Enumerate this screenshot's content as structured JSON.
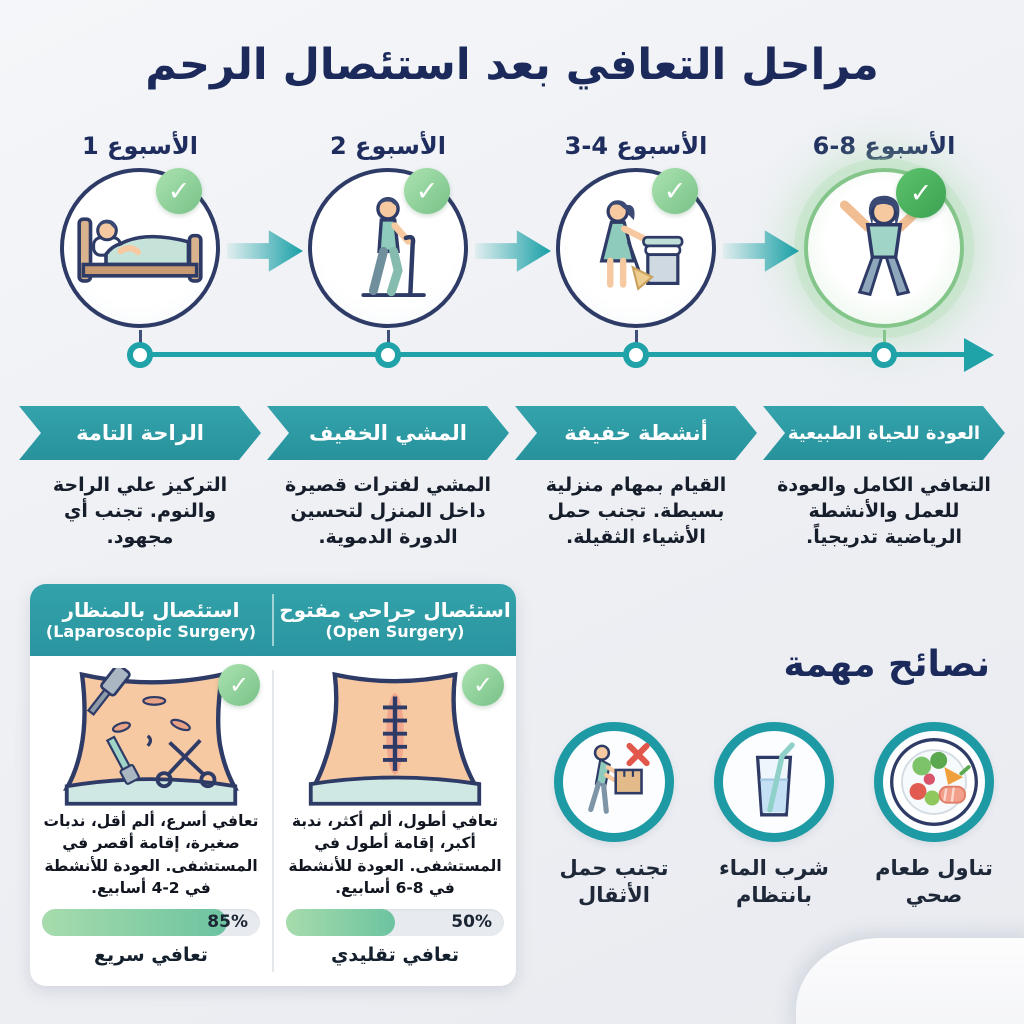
{
  "page": {
    "title": "مراحل التعافي بعد استئصال الرحم"
  },
  "timeline": {
    "stages": [
      {
        "week": "الأسبوع 1",
        "icon": "bed-rest-icon",
        "banner": "الراحة التامة",
        "description": "التركيز علي الراحة والنوم. تجنب أي مجهود."
      },
      {
        "week": "الأسبوع 2",
        "icon": "walking-cane-icon",
        "banner": "المشي الخفيف",
        "description": "المشي لفترات قصيرة داخل المنزل لتحسين الدورة الدموية."
      },
      {
        "week": "الأسبوع 4-3",
        "icon": "light-housework-icon",
        "banner": "أنشطة خفيفة",
        "description": "القيام بمهام منزلية بسيطة. تجنب حمل الأشياء الثقيلة."
      },
      {
        "week": "الأسبوع 8-6",
        "icon": "arms-raised-icon",
        "banner": "العودة للحياة الطبيعية",
        "description": "التعافي الكامل والعودة للعمل والأنشطة الرياضية تدريجياً."
      }
    ]
  },
  "comparison": {
    "columns": [
      {
        "title_ar": "استئصال بالمنظار",
        "title_en": "(Laparoscopic Surgery)",
        "icon": "laparoscopic-abdomen-icon",
        "description": "تعافي أسرع، ألم أقل، ندبات صغيرة، إقامة أقصر في المستشفى. العودة للأنشطة في 2-4 أسابيع.",
        "progress_percent": 85,
        "progress_label": "85%",
        "recovery_label": "تعافي سريع"
      },
      {
        "title_ar": "استئصال جراحي مفتوح",
        "title_en": "(Open Surgery)",
        "icon": "open-surgery-abdomen-icon",
        "description": "تعافي أطول، ألم أكثر، ندبة أكبر، إقامة أطول في المستشفى. العودة للأنشطة في 8-6 أسابيع.",
        "progress_percent": 50,
        "progress_label": "50%",
        "recovery_label": "تعافي تقليدي"
      }
    ]
  },
  "tips": {
    "title": "نصائح مهمة",
    "items": [
      {
        "label": "تجنب حمل الأثقال",
        "icon": "no-heavy-lifting-icon"
      },
      {
        "label": "شرب الماء بانتظام",
        "icon": "drink-water-icon"
      },
      {
        "label": "تناول طعام صحي",
        "icon": "healthy-food-icon"
      }
    ]
  },
  "colors": {
    "teal": "#2d9aa5",
    "timeline_teal": "#1fa3a9",
    "navy_title": "#1b2a5b",
    "outline_navy": "#2e3b66",
    "check_green": "#79c188",
    "check_green_final": "#3ba253",
    "glow_green": "#ade0b1",
    "bar_fill_start": "#a7dcac",
    "bar_fill_end": "#6cc3a0",
    "bar_track": "#e7eaee",
    "red_x": "#e2574c",
    "skin": "#f6c9a0",
    "clothing_teal": "#8fcbbd",
    "background": "#eef0f4"
  }
}
